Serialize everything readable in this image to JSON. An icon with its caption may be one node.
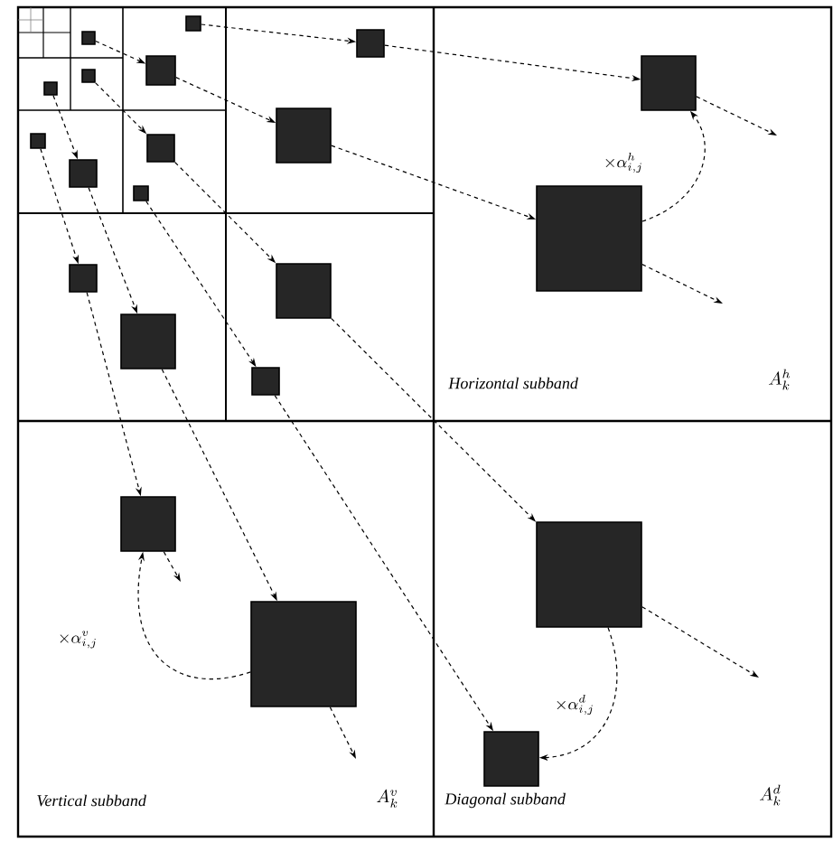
{
  "diagram": {
    "nodes": [
      {
        "text": [],
        "shape": "box"
      },
      {
        "text": [],
        "shape": "box"
      },
      {
        "text": [],
        "shape": "box"
      },
      {
        "text": [],
        "shape": "box"
      },
      {
        "text": [],
        "shape": "box"
      },
      {
        "text": [],
        "shape": "box"
      },
      {
        "text": [],
        "shape": "box"
      },
      {
        "text": [],
        "shape": "box"
      },
      {
        "text": [],
        "shape": "box"
      },
      {
        "text": [],
        "shape": "box"
      },
      {
        "text": [],
        "shape": "box"
      },
      {
        "text": [],
        "shape": "box"
      },
      {
        "text": [],
        "shape": "box"
      },
      {
        "text": [],
        "shape": "box"
      },
      {
        "text": [],
        "shape": "box"
      },
      {
        "text": [],
        "shape": "box"
      },
      {
        "text": [],
        "shape": "box"
      },
      {
        "text": [],
        "shape": "box"
      },
      {
        "text": [],
        "shape": "box"
      },
      {
        "text": [],
        "shape": "box"
      },
      {
        "text": [],
        "shape": "box"
      }
    ],
    "edges": [
      {
        "from": 0,
        "to": 2,
        "arrow": "to",
        "style": "dashed"
      },
      {
        "from": 2,
        "to": 3,
        "arrow": "to",
        "style": "dashed"
      },
      {
        "from": 3,
        "to": null,
        "arrow": "to",
        "style": "dashed"
      },
      {
        "from": 1,
        "to": 4,
        "arrow": "to",
        "style": "dashed"
      },
      {
        "from": 4,
        "to": 8,
        "arrow": "to",
        "style": "dashed"
      },
      {
        "from": 8,
        "to": 12,
        "arrow": "to",
        "style": "dashed"
      },
      {
        "from": 12,
        "to": null,
        "arrow": "to",
        "style": "dashed"
      },
      {
        "from": 5,
        "to": 9,
        "arrow": "to",
        "style": "dashed"
      },
      {
        "from": 9,
        "to": 14,
        "arrow": "to",
        "style": "dashed"
      },
      {
        "from": 14,
        "to": 18,
        "arrow": "to",
        "style": "dashed"
      },
      {
        "from": 18,
        "to": null,
        "arrow": "to",
        "style": "dashed"
      },
      {
        "from": 6,
        "to": 10,
        "arrow": "to",
        "style": "dashed"
      },
      {
        "from": 10,
        "to": 15,
        "arrow": "to",
        "style": "dashed"
      },
      {
        "from": 15,
        "to": 19,
        "arrow": "to",
        "style": "dashed"
      },
      {
        "from": 19,
        "to": null,
        "arrow": "to",
        "style": "dashed"
      },
      {
        "from": 7,
        "to": 13,
        "arrow": "to",
        "style": "dashed"
      },
      {
        "from": 13,
        "to": 17,
        "arrow": "to",
        "style": "dashed"
      },
      {
        "from": 17,
        "to": null,
        "arrow": "to",
        "style": "dashed"
      },
      {
        "from": 11,
        "to": 16,
        "arrow": "to",
        "style": "dashed"
      },
      {
        "from": 16,
        "to": 20,
        "arrow": "to",
        "style": "dashed"
      },
      {
        "from": 12,
        "to": 3,
        "arrow": "to",
        "style": "dashed",
        "label": "\\times\\alpha_{i,j}^{h}"
      },
      {
        "from": 19,
        "to": 17,
        "arrow": "to",
        "style": "dashed",
        "label": "\\times\\alpha_{i,j}^{v}"
      },
      {
        "from": 18,
        "to": 20,
        "arrow": "to",
        "style": "dashed",
        "label": "\\times\\alpha_{i,j}^{d}"
      }
    ],
    "labels": [
      "Horizontal subband",
      "A_{k}^{h}",
      "Vertical subband",
      "A_{k}^{v}",
      "Diagonal subband",
      "A_{k}^{d}"
    ]
  }
}
